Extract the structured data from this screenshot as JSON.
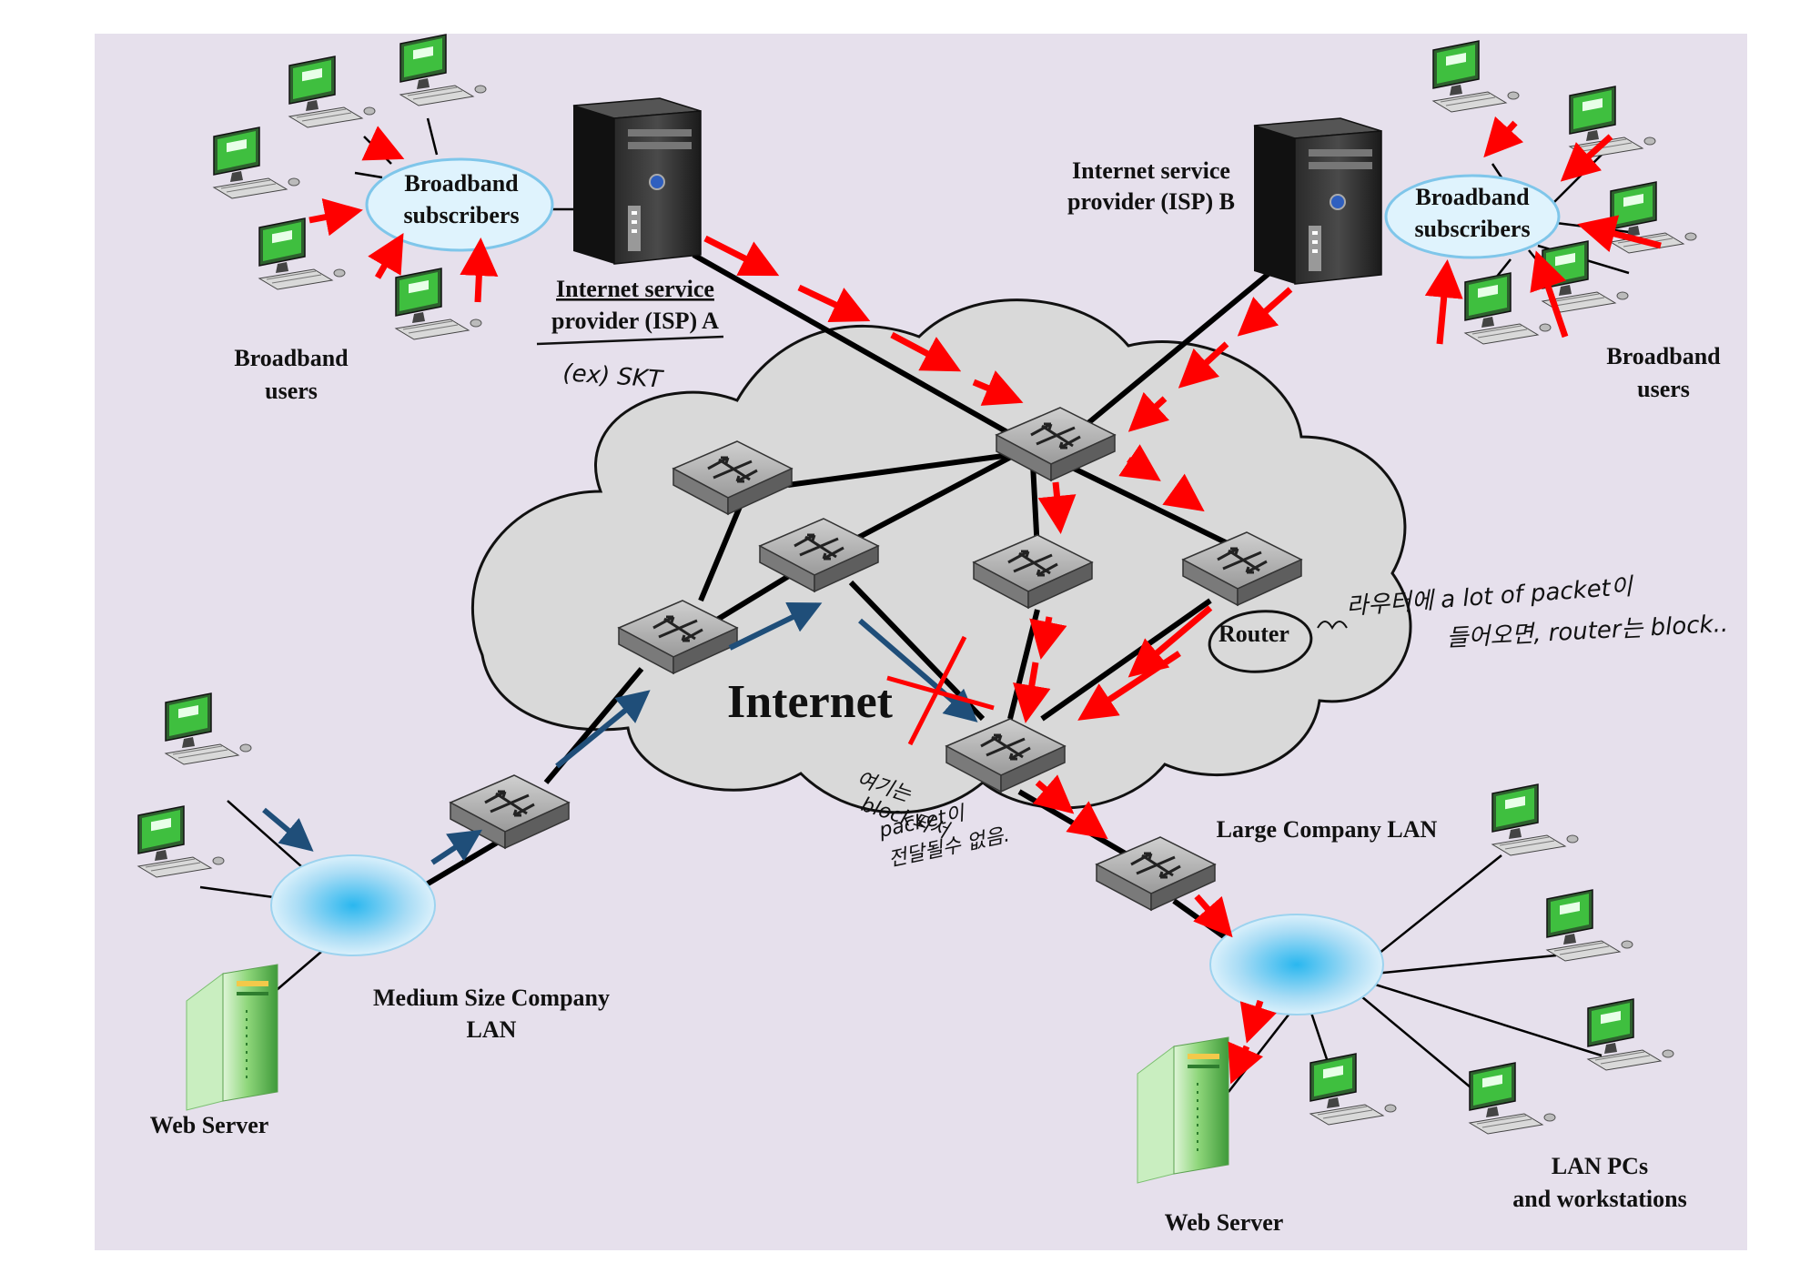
{
  "labels": {
    "internet": "Internet",
    "router": "Router",
    "isp_a_line1": "Internet service",
    "isp_a_line2": "provider (ISP) A",
    "isp_b_line1": "Internet service",
    "isp_b_line2": "provider (ISP) B",
    "bb_cloud_a_line1": "Broadband",
    "bb_cloud_a_line2": "subscribers",
    "bb_cloud_b_line1": "Broadband",
    "bb_cloud_b_line2": "subscribers",
    "bb_users_a_line1": "Broadband",
    "bb_users_a_line2": "users",
    "bb_users_b_line1": "Broadband",
    "bb_users_b_line2": "users",
    "medium_lan_line1": "Medium Size Company",
    "medium_lan_line2": "LAN",
    "large_lan": "Large Company LAN",
    "web_server_left": "Web Server",
    "web_server_right": "Web Server",
    "lan_pcs_line1": "LAN PCs",
    "lan_pcs_line2": "and workstations"
  },
  "annotations": {
    "isp_note": "(ex) SKT",
    "router_note_line1": "라우터에 a lot of packet이",
    "router_note_line2": "들어오면, router는 block..",
    "block_note_line1": "여기는",
    "block_note_line2": "block되서",
    "block_note_line3": "packet이",
    "block_note_line4": "전달될수 없음."
  },
  "colors": {
    "background": "#e6e0ec",
    "cloud": "#d9d9d9",
    "attack_arrow": "#ff0000",
    "normal_arrow": "#1f4e79",
    "link": "#000000"
  }
}
